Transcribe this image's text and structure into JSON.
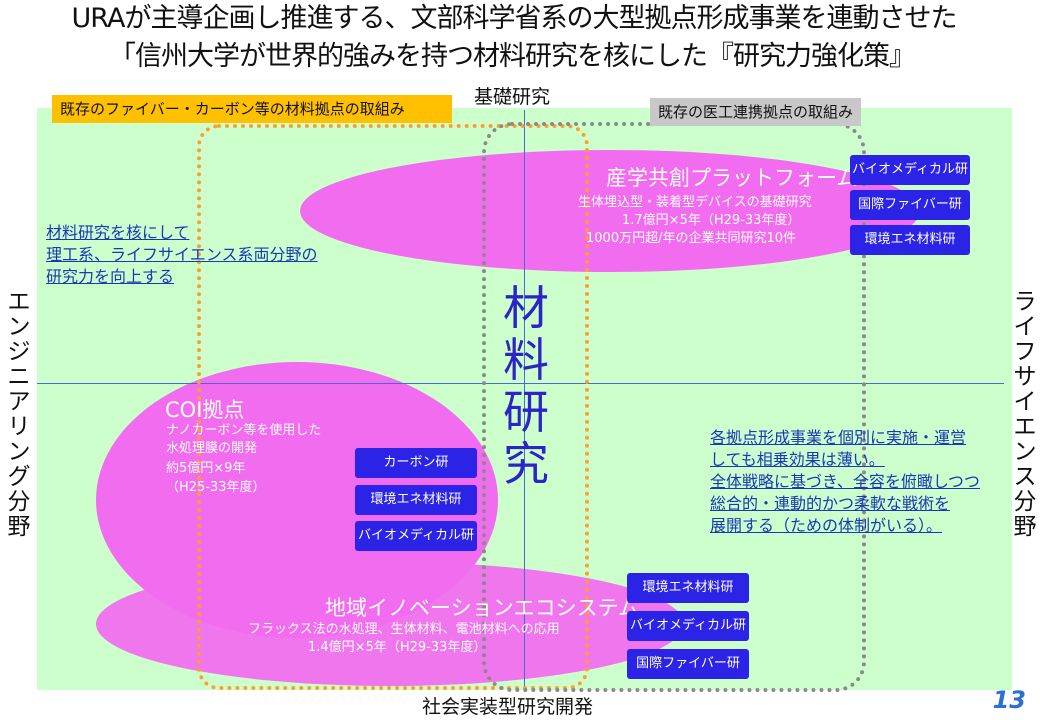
{
  "title": {
    "line1": "URAが主導企画し推進する、文部科学省系の大型拠点形成事業を連動させた",
    "line2": "「信州大学が世界的強みを持つ材料研究を核にした『研究力強化策』"
  },
  "axes": {
    "top": "基礎研究",
    "bottom": "社会実装型研究開発",
    "left": "エンジニアリング分野",
    "right": "ライフサイエンス分野"
  },
  "tags": {
    "orange": "既存のファイバー・カーボン等の材料拠点の取組み",
    "gray": "既存の医工連携拠点の取組み"
  },
  "center": "材料研究",
  "platform": {
    "title": "産学共創プラットフォーム",
    "lines": [
      "生体埋込型・装着型デバイスの基礎研究",
      "1.7億円×5年（H29-33年度）",
      "1000万円超/年の企業共同研究10件"
    ],
    "buttons": [
      "バイオメディカル研",
      "国際ファイバー研",
      "環境エネ材料研"
    ]
  },
  "coi": {
    "title": "COI拠点",
    "lines": [
      "ナノカーボン等を使用した",
      "水処理膜の開発",
      "約5億円×9年",
      "（H25-33年度）"
    ],
    "buttons": [
      "カーボン研",
      "環境エネ材料研",
      "バイオメディカル研"
    ]
  },
  "regional": {
    "title": "地域イノベーションエコシステム",
    "lines": [
      "フラックス法の水処理、生体材料、電池材料への応用",
      "1.4億円×5年（H29-33年度）"
    ],
    "buttons": [
      "環境エネ材料研",
      "バイオメディカル研",
      "国際ファイバー研"
    ]
  },
  "note_left": [
    "材料研究を核にして",
    "理工系、ライフサイエンス系両分野の",
    "研究力を向上する"
  ],
  "note_right": [
    "各拠点形成事業を個別に実施・運営",
    "しても相乗効果は薄い。",
    "全体戦略に基づき、全容を俯瞰しつつ",
    "総合的・連動的かつ柔軟な戦術を",
    "展開する（ための体制がいる）。"
  ],
  "page_number": "13"
}
